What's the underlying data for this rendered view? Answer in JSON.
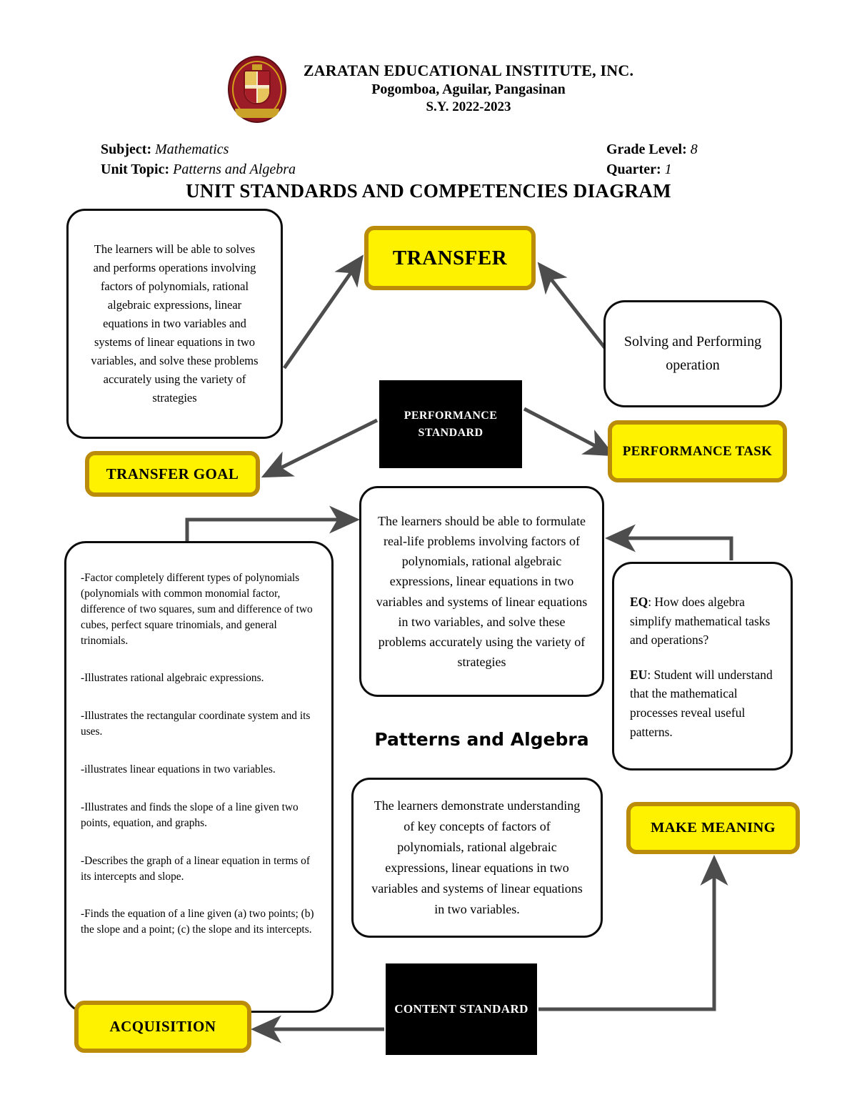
{
  "header": {
    "logo_icon": "school-seal-icon",
    "school_name": "ZARATAN EDUCATIONAL INSTITUTE, INC.",
    "address": "Pogomboa, Aguilar, Pangasinan",
    "school_year": "S.Y. 2022-2023"
  },
  "meta": {
    "subject_label": "Subject:",
    "subject_value": "Mathematics",
    "unit_topic_label": "Unit Topic:",
    "unit_topic_value": "Patterns and Algebra",
    "grade_label": "Grade Level:",
    "grade_value": "8",
    "quarter_label": "Quarter:",
    "quarter_value": "1"
  },
  "diagram_title": "UNIT STANDARDS AND COMPETENCIES DIAGRAM",
  "nodes": {
    "transfer_goal_description": "The learners will be able to solves and performs operations involving factors of polynomials, rational algebraic expressions, linear equations in two variables and systems of linear equations in two variables, and solve these problems accurately using the variety of strategies",
    "transfer": "TRANSFER",
    "solving_performing": "Solving and Performing operation",
    "performance_standard": "PERFORMANCE STANDARD",
    "transfer_goal_badge": "TRANSFER GOAL",
    "performance_task": "PERFORMANCE TASK",
    "content_standard_description": "The learners should be able to formulate real-life problems involving factors of polynomials, rational algebraic expressions, linear equations in two variables and systems of linear equations in two variables, and solve these problems accurately using the variety of strategies",
    "patterns_and_algebra": "Patterns and Algebra",
    "content_standard_body": "The learners demonstrate understanding of key concepts of factors of polynomials, rational algebraic expressions, linear equations in two variables and systems of linear equations in two variables.",
    "make_meaning": "MAKE MEANING",
    "content_standard_badge": "CONTENT STANDARD",
    "acquisition": "ACQUISITION"
  },
  "competencies": [
    "-Factor completely different types of polynomials (polynomials with common monomial factor, difference of two squares, sum and difference of two cubes, perfect square trinomials, and general trinomials.",
    "-Illustrates rational algebraic expressions.",
    "-Illustrates the rectangular coordinate system and its uses.",
    "-illustrates linear equations in two variables.",
    "-Illustrates and finds the slope of a line given two points, equation, and graphs.",
    "-Describes the graph of a linear equation in terms of its intercepts and slope.",
    "-Finds the equation of a line given (a) two points; (b) the slope and a point; (c) the slope and its intercepts."
  ],
  "eq_eu": {
    "eq_label": "EQ",
    "eq_text": ": How does algebra simplify mathematical tasks and operations?",
    "eu_label": "EU",
    "eu_text": ": Student will understand that the mathematical processes reveal useful patterns."
  },
  "colors": {
    "highlight_fill": "#FFF200",
    "highlight_border": "#BB8B0A",
    "standard_fill": "#000000",
    "connector": "#4d4d4d",
    "outline": "#0c0c0c",
    "seal_red": "#9b1b26",
    "seal_gold": "#c9a227"
  }
}
